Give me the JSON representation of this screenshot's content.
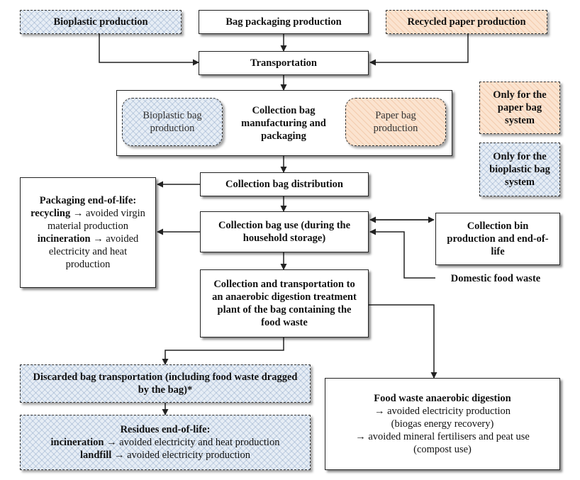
{
  "boxes": {
    "bioplastic_production": "Bioplastic production",
    "bag_packaging_production": "Bag packaging production",
    "recycled_paper_production": "Recycled paper production",
    "transportation": "Transportation",
    "bioplastic_bag_production": "Bioplastic bag production",
    "collection_bag_manufacturing": "Collection bag manufacturing and packaging",
    "paper_bag_production": "Paper bag production",
    "collection_bag_distribution": "Collection bag distribution",
    "collection_bag_use": "Collection bag use (during the household storage)",
    "collection_bin": "Collection bin production and end-of-life",
    "domestic_food_waste": "Domestic food waste",
    "collection_transportation": "Collection and transportation to an anaerobic digestion treatment plant of the bag containing the food waste",
    "discarded_bag_transportation": "Discarded bag transportation (including food waste dragged by the bag)*"
  },
  "packaging_eol": {
    "title": "Packaging end-of-life:",
    "recycling_term": "recycling",
    "recycling_text": "→ avoided virgin material production",
    "incineration_term": "incineration",
    "incineration_text": "→ avoided electricity and heat production"
  },
  "residues_eol": {
    "title": "Residues end-of-life:",
    "incineration_term": "incineration",
    "incineration_text": "→ avoided electricity and heat production",
    "landfill_term": "landfill",
    "landfill_text": "→ avoided electricity production"
  },
  "food_waste_ad": {
    "title": "Food waste anaerobic digestion",
    "line1": "→ avoided electricity production",
    "line2": "(biogas energy recovery)",
    "line3": "→ avoided mineral fertilisers and peat use",
    "line4": "(compost use)"
  },
  "legend": {
    "paper_only": "Only for the paper bag system",
    "bioplastic_only": "Only for the bioplastic bag system"
  },
  "colors": {
    "bioplastic_fill": "#e6edf5",
    "paper_fill": "#fbe3cf",
    "line": "#222222"
  }
}
